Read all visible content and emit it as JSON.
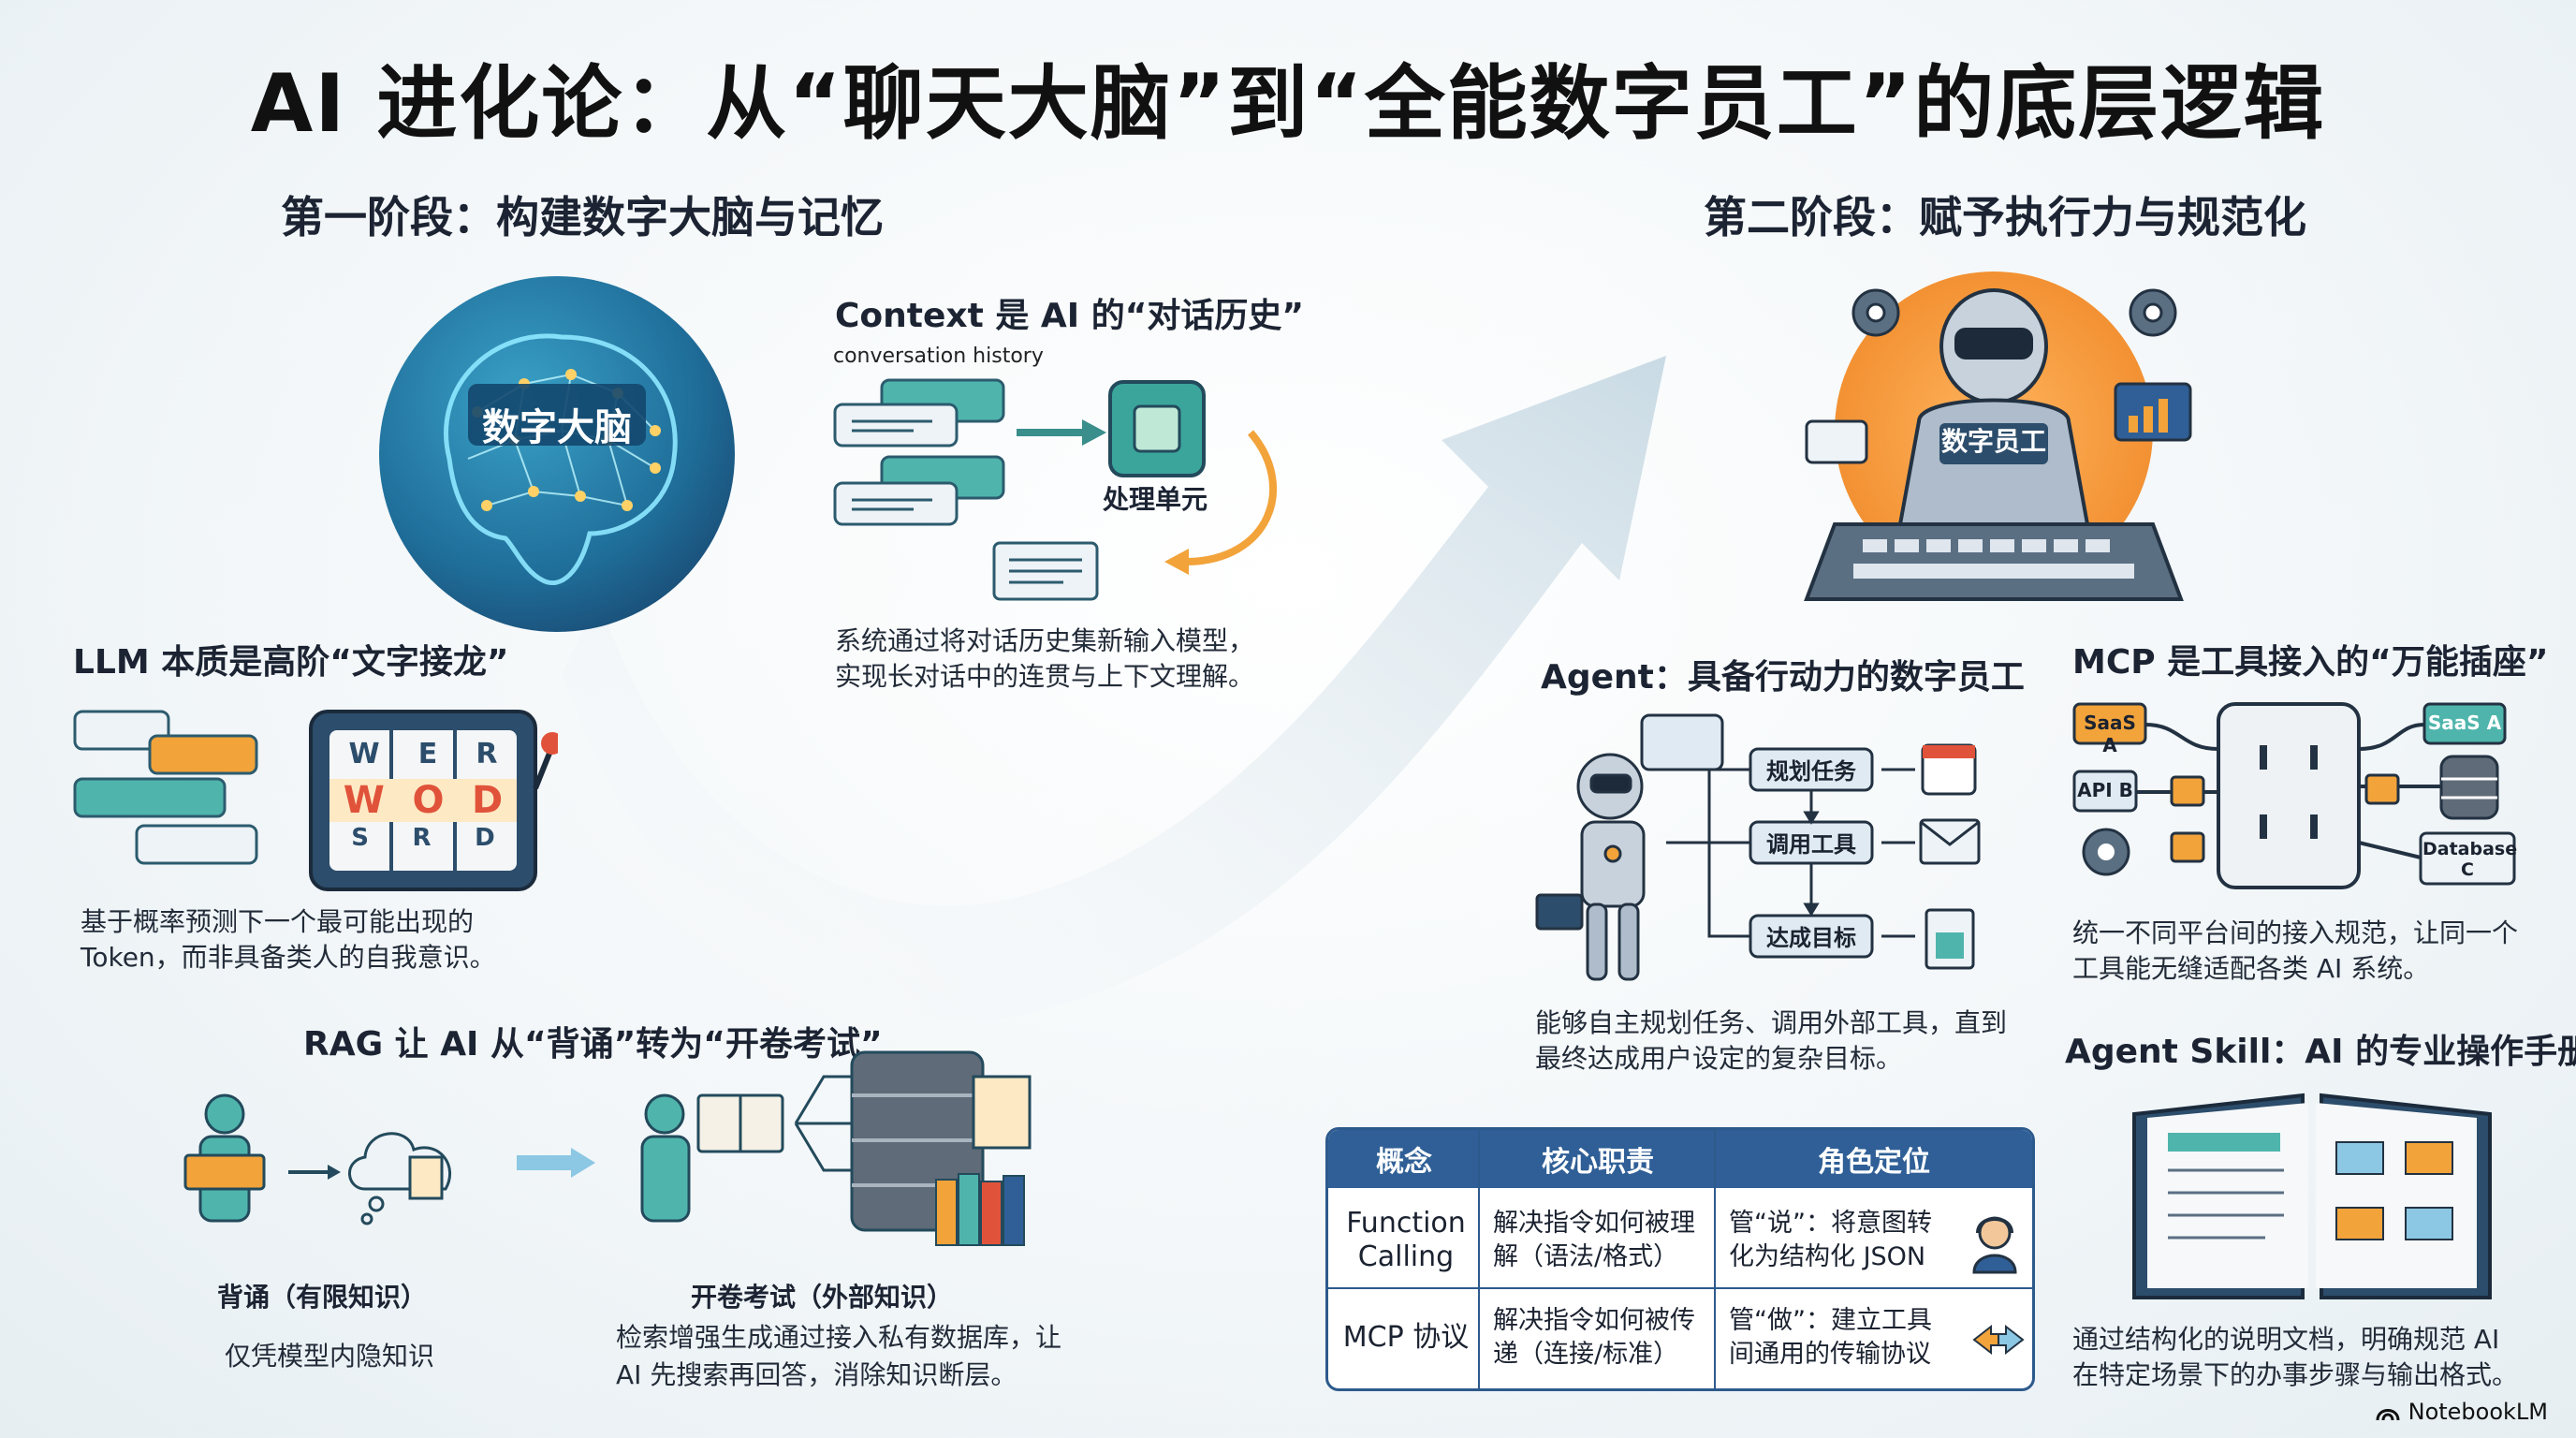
{
  "title": "AI 进化论：从“聊天大脑”到“全能数字员工”的底层逻辑",
  "stage1": {
    "title": "第一阶段：构建数字大脑与记忆",
    "brain_label": "数字大脑",
    "context": {
      "title": "Context 是 AI 的“对话历史”",
      "sub": "conversation history",
      "processor": "处理单元",
      "caption_1": "系统通过将对话历史集新输入模型，",
      "caption_2": "实现长对话中的连贯与上下文理解。"
    },
    "llm": {
      "title": "LLM 本质是高阶“文字接龙”",
      "caption_1": "基于概率预测下一个最可能出现的",
      "caption_2": "Token，而非具备类人的自我意识。",
      "reel_top": [
        "W",
        "E",
        "R"
      ],
      "reel_mid": [
        "W",
        "O",
        "D"
      ],
      "reel_bot": [
        "S",
        "R",
        "D"
      ]
    },
    "rag": {
      "title": "RAG 让 AI 从“背诵”转为“开卷考试”",
      "recite_label": "背诵（有限知识）",
      "recite_caption": "仅凭模型内隐知识",
      "open_label": "开卷考试（外部知识）",
      "open_caption_1": "检索增强生成通过接入私有数据库，让",
      "open_caption_2": "AI 先搜索再回答，消除知识断层。"
    }
  },
  "stage2": {
    "title": "第二阶段：赋予执行力与规范化",
    "robot_label": "数字员工",
    "agent": {
      "title": "Agent：具备行动力的数字员工",
      "steps": [
        "规划任务",
        "调用工具",
        "达成目标"
      ],
      "caption_1": "能够自主规划任务、调用外部工具，直到",
      "caption_2": "最终达成用户设定的复杂目标。"
    },
    "mcp": {
      "title": "MCP 是工具接入的“万能插座”",
      "saas_a_left": "SaaS A",
      "api_b": "API B",
      "saas_a_right": "SaaS A",
      "database": "Database C",
      "caption_1": "统一不同平台间的接入规范，让同一个",
      "caption_2": "工具能无缝适配各类 AI 系统。"
    },
    "skill": {
      "title": "Agent Skill：AI 的专业操作手册",
      "caption_1": "通过结构化的说明文档，明确规范 AI",
      "caption_2": "在特定场景下的办事步骤与输出格式。"
    },
    "table": {
      "headers": [
        "概念",
        "核心职责",
        "角色定位"
      ],
      "rows": [
        {
          "concept_1": "Function",
          "concept_2": "Calling",
          "duty_1": "解决指令如何被理",
          "duty_2": "解（语法/格式）",
          "role_1": "管“说”：将意图转",
          "role_2": "化为结构化 JSON"
        },
        {
          "concept_1": "MCP 协议",
          "concept_2": "",
          "duty_1": "解决指令如何被传",
          "duty_2": "递（连接/标准）",
          "role_1": "管“做”：建立工具",
          "role_2": "间通用的传输协议"
        }
      ]
    }
  },
  "brand": "NotebookLM",
  "colors": {
    "accent": "#2f5f96",
    "teal": "#35a39b",
    "orange": "#f2a33a",
    "brain_bg": "#1f6e9a"
  }
}
